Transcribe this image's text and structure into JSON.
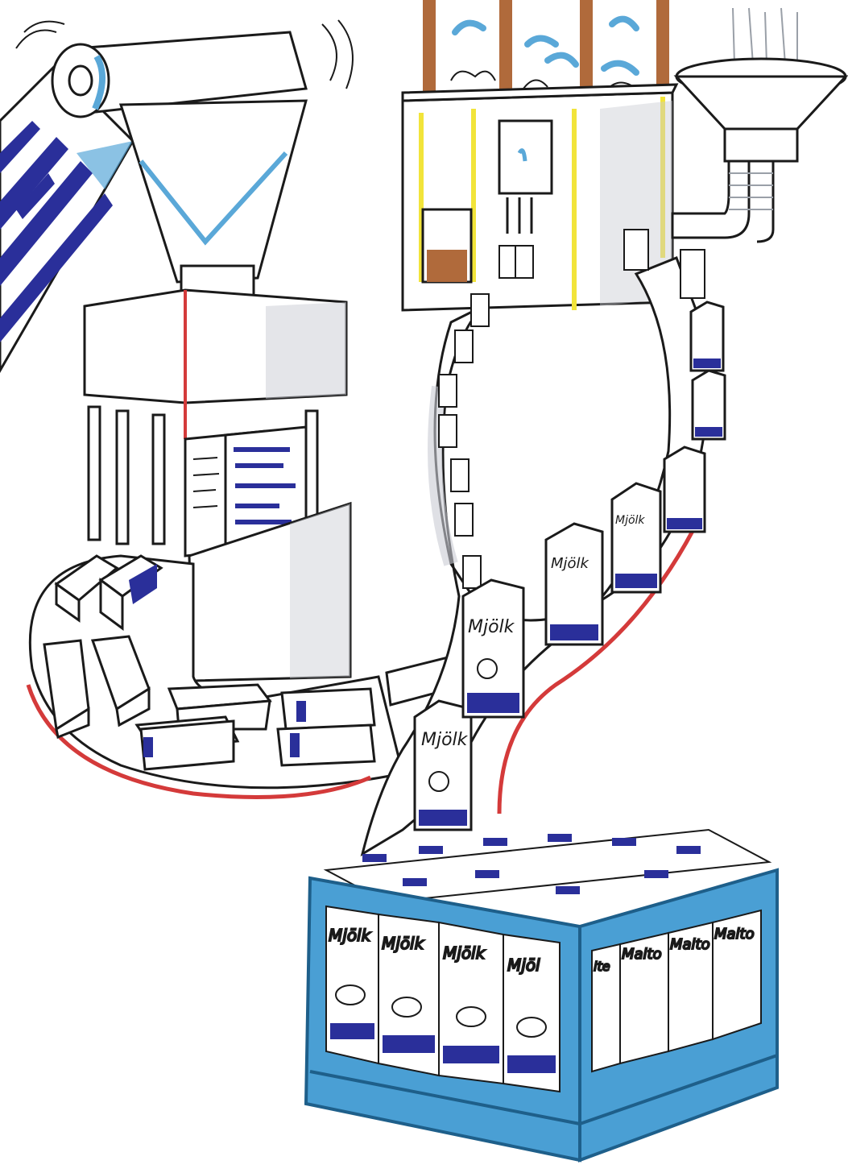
{
  "palette": {
    "ink": "#1a1a1a",
    "paper": "#ffffff",
    "dark_blue": "#2a2f9a",
    "light_blue": "#5aa8d8",
    "crate_blue": "#4a9fd4",
    "crate_edge": "#1e5f8a",
    "conveyor_red": "#d43a3a",
    "shadow_grey": "#c9ccd3",
    "copper": "#b06a3b",
    "yellow": "#f2e43a"
  },
  "labels": {
    "carton_milk": "Mjölk",
    "crate_front_1": "Mjölk",
    "crate_front_2": "Mjölk",
    "crate_front_3": "Mjölk",
    "crate_front_4": "Mjöl",
    "crate_side_1": "lte",
    "crate_side_2": "Maito",
    "crate_side_3": "Maito",
    "crate_side_4": "Maito"
  },
  "icons": {
    "paper_roll": "paper-roll-icon",
    "hopper": "hopper-icon",
    "funnel": "funnel-icon",
    "cow": "cow-face-icon"
  }
}
